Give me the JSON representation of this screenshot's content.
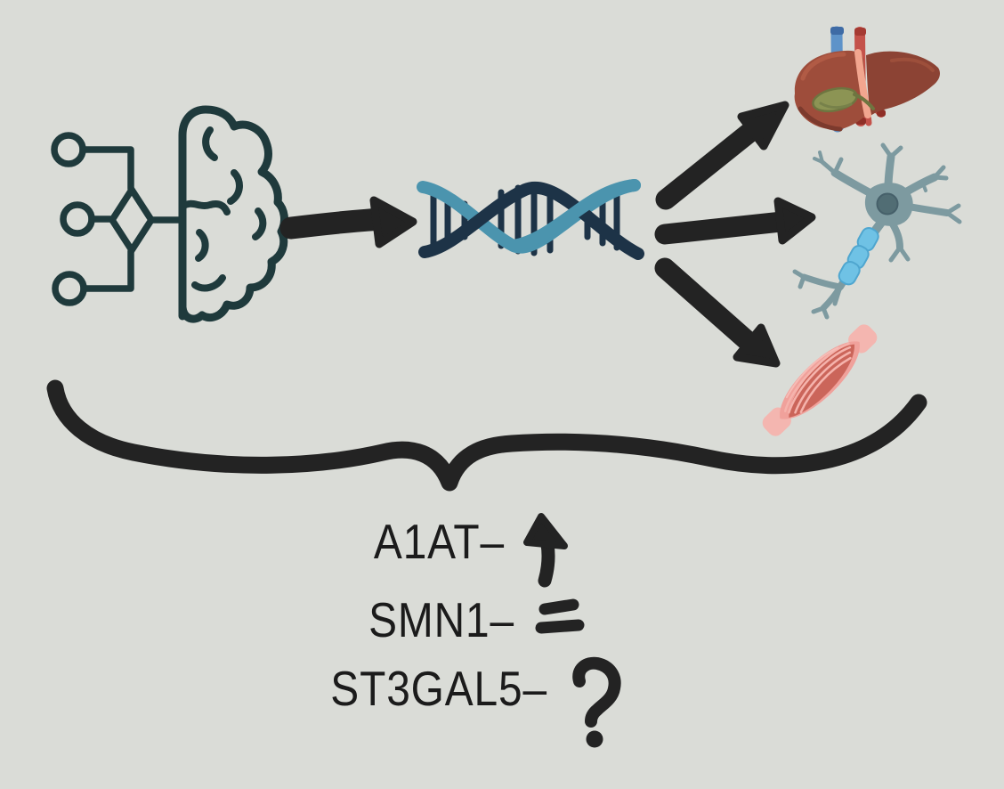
{
  "figure": {
    "background_color": "#dadcd7",
    "description_icons": {
      "source": "machine-learning-brain-icon",
      "flow": [
        "flow-arrow-main-icon",
        "flow-arrow-liver-icon",
        "flow-arrow-neuron-icon",
        "flow-arrow-muscle-icon"
      ],
      "middle": "dna-icon",
      "targets": [
        "liver-icon",
        "neuron-icon",
        "muscle-icon"
      ],
      "grouping": "curly-brace-icon"
    },
    "palette": {
      "ink": "#232323",
      "dark_teal": "#1f3a3c",
      "dna_navy": "#1d3347",
      "dna_teal": "#4b94ae",
      "liver_main": "#9e4d3b",
      "liver_dark": "#8c4334",
      "liver_band": "#f2a68f",
      "gallbladder_green": "#8c9454",
      "vessel_blue": "#5e93c9",
      "vessel_red": "#c4524a",
      "neuron_body": "#7d9aa0",
      "neuron_nucleus": "#516d74",
      "myelin_blue": "#6fc2e5",
      "muscle_pink": "#f0a19b",
      "muscle_red": "#cb655a",
      "text": "#1b1b1b"
    }
  },
  "gene_rows": [
    {
      "gene": "A1AT–",
      "symbol": "arrow-up"
    },
    {
      "gene": "SMN1–",
      "symbol": "equals"
    },
    {
      "gene": "ST3GAL5–",
      "symbol": "question-mark"
    }
  ]
}
